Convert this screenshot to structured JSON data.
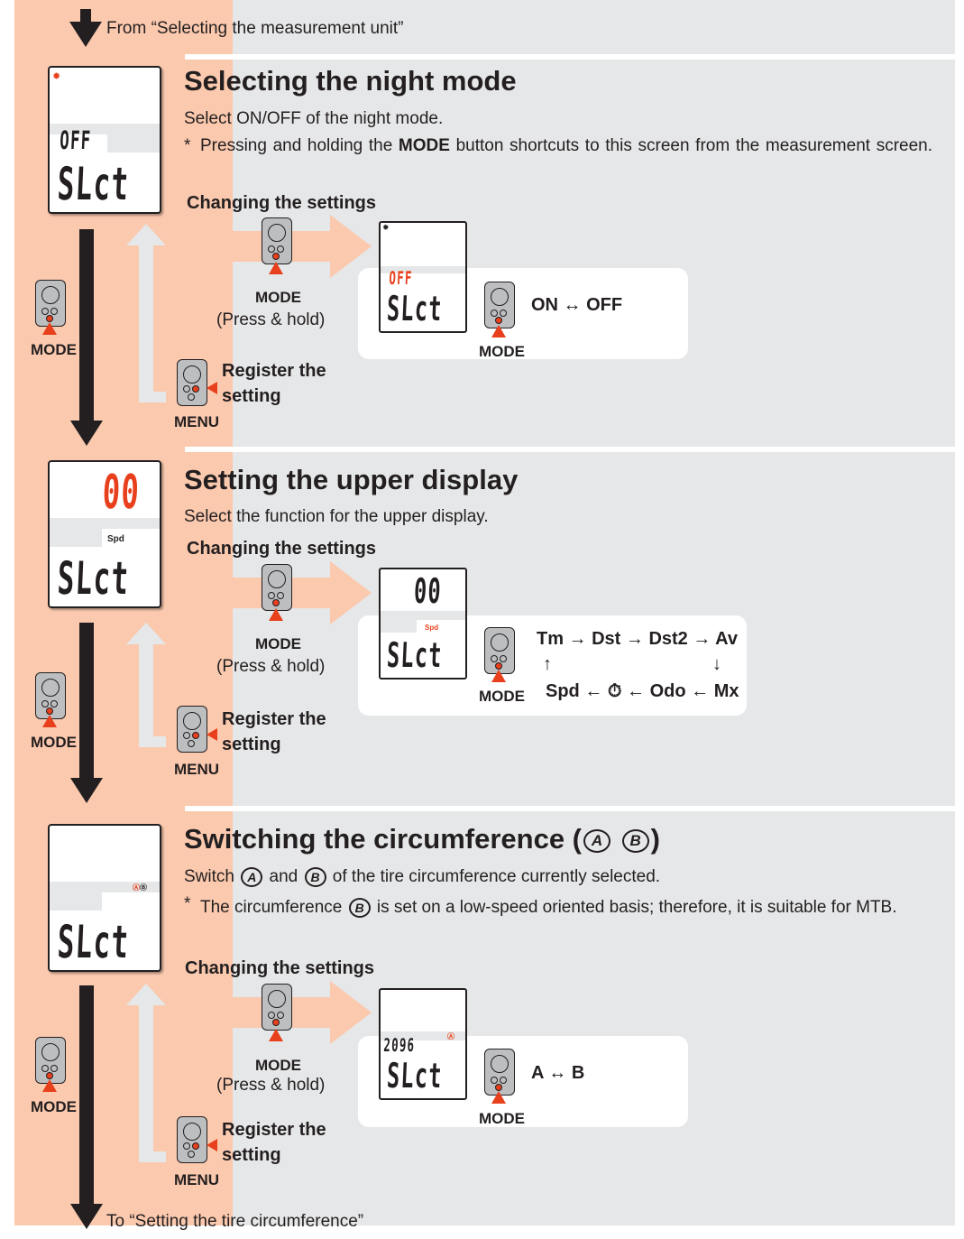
{
  "flow": {
    "from_label": "From “Selecting the measurement unit”",
    "to_label": "To “Setting the tire circumference”"
  },
  "labels": {
    "mode": "MODE",
    "menu": "MENU",
    "press_hold": "(Press & hold)",
    "register_line1": "Register the",
    "register_line2": "setting",
    "changing": "Changing the settings"
  },
  "sections": [
    {
      "title": "Selecting the night mode",
      "desc": "Select ON/OFF of the night mode.",
      "note_star": "*",
      "note_pre": "Pressing and holding the",
      "note_bold": "MODE",
      "note_post": "button shortcuts to this screen from the measurement screen.",
      "lcd_upper": "OFF",
      "lcd_lower": "SLct",
      "lcd_small_upper": "OFF",
      "cycle_text": "ON ↔ OFF"
    },
    {
      "title": "Setting the upper display",
      "desc": "Select the function for the upper display.",
      "lcd_upper": "00",
      "lcd_mid": "Spd",
      "lcd_lower": "SLct",
      "cycle_row1": "Tm → Dst → Dst2 → Av",
      "cycle_up": "↑",
      "cycle_down": "↓",
      "cycle_row2": "Spd ← ⏱ ← Odo ← Mx"
    },
    {
      "title_pre": "Switching the circumference (",
      "title_post": ")",
      "circ_a": "A",
      "circ_b": "B",
      "desc_pre": "Switch",
      "desc_mid": "and",
      "desc_post": "of the tire circumference currently selected.",
      "note_star": "*",
      "note_pre": "The circumference",
      "note_post": "is set on a low-speed oriented basis; therefore, it is suitable for MTB.",
      "lcd_lower": "SLct",
      "lcd_small_upper": "2096",
      "cycle_text": "A ↔ B"
    }
  ],
  "colors": {
    "orange_band": "#fbc9ae",
    "gray_band": "#e6e7e8",
    "accent_red": "#e8401c",
    "dark": "#231f20"
  }
}
